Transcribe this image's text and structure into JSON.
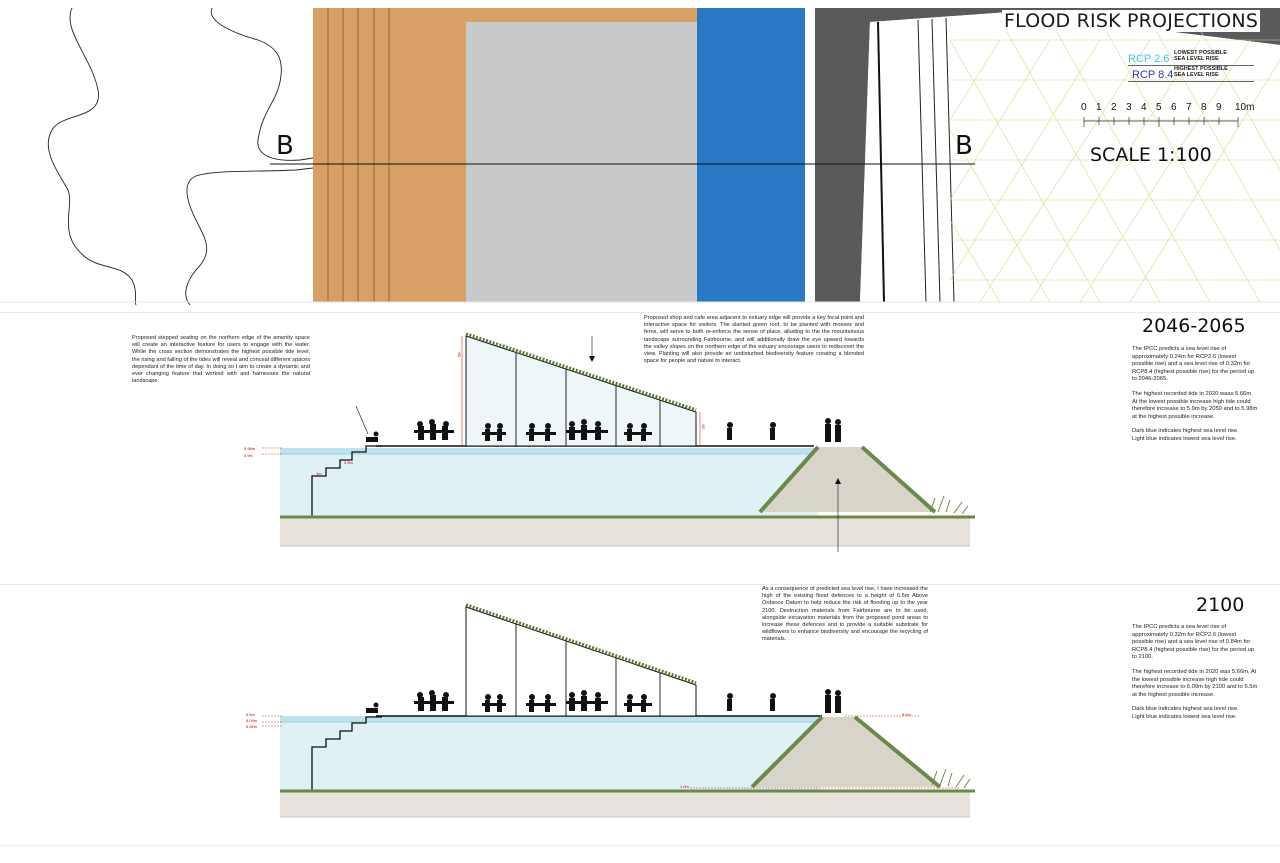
{
  "colors": {
    "orange": "#d9a066",
    "grey_block": "#c8c9cb",
    "blue_block": "#2878c3",
    "dark_grey": "#5a5a5c",
    "water_light": "#dff1f4",
    "water_dark": "#bfe3ee",
    "grass": "#6a8a4a",
    "soil": "#d9d4ca",
    "flood_line": "#d23b2c",
    "rcp26": "#3cc8e0",
    "rcp84": "#2a3aa8"
  },
  "plan": {
    "section_marker_left": "B",
    "section_marker_right": "B"
  },
  "legend": {
    "title": "FLOOD RISK PROJECTIONS",
    "items": [
      {
        "code": "RCP 2.6",
        "desc_line1": "LOWEST POSSIBLE",
        "desc_line2": "SEA LEVEL RISE"
      },
      {
        "code": "RCP 8.4",
        "desc_line1": "HIGHEST POSSIBLE",
        "desc_line2": "SEA LEVEL RISE"
      }
    ],
    "scale_ticks": [
      "0",
      "1",
      "2",
      "3",
      "4",
      "5",
      "6",
      "7",
      "8",
      "9",
      "10m"
    ],
    "scale_label": "SCALE 1:100"
  },
  "sections": [
    {
      "period": "2046-2065",
      "side_paragraphs": [
        "The IPCC predicts a sea level rise of approximately 0.24m for RCP2.6 (lowest possible rise) and a sea level rise of 0.32m for RCP8.4 (highest possible rise) for the period up to 2046-2065.",
        "The highest recorded tide in 2020 waas 5.66m. At the lowest possible increase high tide could therefore increase to 5.9m by 2050 and to 5.98m at the highest possible increase.",
        "Dark blue indicates highest sea level rise.\nLight blue indicates lowest sea level rise."
      ],
      "level_labels": [
        "5.98m",
        "5.9m",
        "1m",
        "0.5m"
      ],
      "annotation_seating": "Proposed stepped seating on the northern edge of the amenity space will create an interactive feature for users to engage with the water. While the cross section demonstrates the highest possible tide level, the rising and falling of the tides will reveal and conceal different spaces dependant of the time of day. In doing so I aim to create a dynamic and ever changing feature that worked with and harnesses the natural landscape.",
      "annotation_cafe": "Proposed shop and cafe area adjacent to estuary edge will provide a key focal point and interactive space for visitors. The slanted green roof, to be planted with mosses and ferns, will serve to both re-enforce the sense of place, alluding to the the mountainous landscape surrounding Fairbourne, and will additionally draw the eye upward towards the valley slopes on the northern edge of the estuary encourage users to rediscover the view. Planting will also provide an undisturbed biodiversity feature creating a blended space for people and nature to interact.",
      "roof_height_tall": "5m",
      "roof_height_short": "2m"
    },
    {
      "period": "2100",
      "side_paragraphs": [
        "The IPCC predicts a sea level rise of approximately 0.32m for RCP2.6 (lowest possible rise) and a sea level rise of 0.84m for RCP8.4 (highest possible rise) for the period up to 2100.",
        "The highest recorded tide in 2020 was 5.66m. At the lowest possible increase high tide could therefore increase to 6.09m by 2100 and to 6.5m at the highest possible increase.",
        "Dark blue indicates highest sea level rise.\nLight blue indicates lowest sea level rise."
      ],
      "level_labels": [
        "6.5m",
        "6.09m",
        "5.66m"
      ],
      "defence_label": "6.5m",
      "base_label": "1.0m",
      "annotation_defence": "As a consequence of predicted sea level rise, I have increased the high of the existing flood defences to a height of 6.5m Above Ordance Datum to help reduce the risk of flooding up to the year 2100. Destruction materials from Fairbourne are to be used, alongside excavation materials from the proposed pond areas to increase these defences and to provide a suitable substrate for wildflowers to enhance biodiversity and encourage the recycling of materials."
    }
  ]
}
